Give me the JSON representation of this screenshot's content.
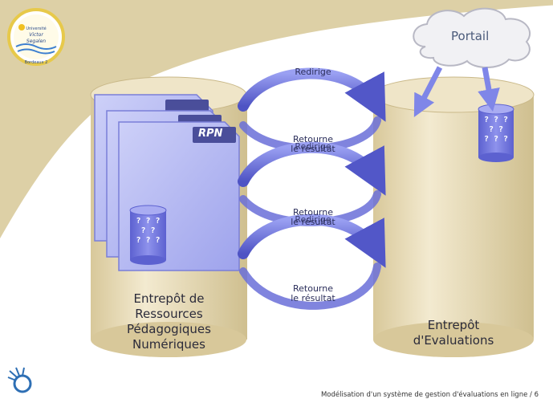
{
  "logo_top": {
    "lines": [
      "Université",
      "Victor Segalen",
      "Bordeaux 2"
    ]
  },
  "portal": {
    "label": "Portail"
  },
  "left_store": {
    "lines": [
      "Entrepôt de",
      "Ressources",
      "Pédagogiques",
      "Numériques"
    ]
  },
  "right_store": {
    "lines": [
      "Entrepôt",
      "d'Evaluations"
    ]
  },
  "rpn_tag": "RPN",
  "db_glyph": {
    "lines": [
      "? ? ?",
      "? ?",
      "? ? ?"
    ]
  },
  "arrows": {
    "redirige": "Redirige",
    "retourne": [
      "Retourne",
      "le résultat"
    ]
  },
  "footer": "Modélisation d'un système de gestion d'évaluations en ligne / 6",
  "colors": {
    "cylinder": "#e9dcb8",
    "swoosh": "#ddd0a6",
    "accent_blue": "#6a6fd8",
    "doc": "#b8bdf2",
    "db": "#7c80e0"
  }
}
